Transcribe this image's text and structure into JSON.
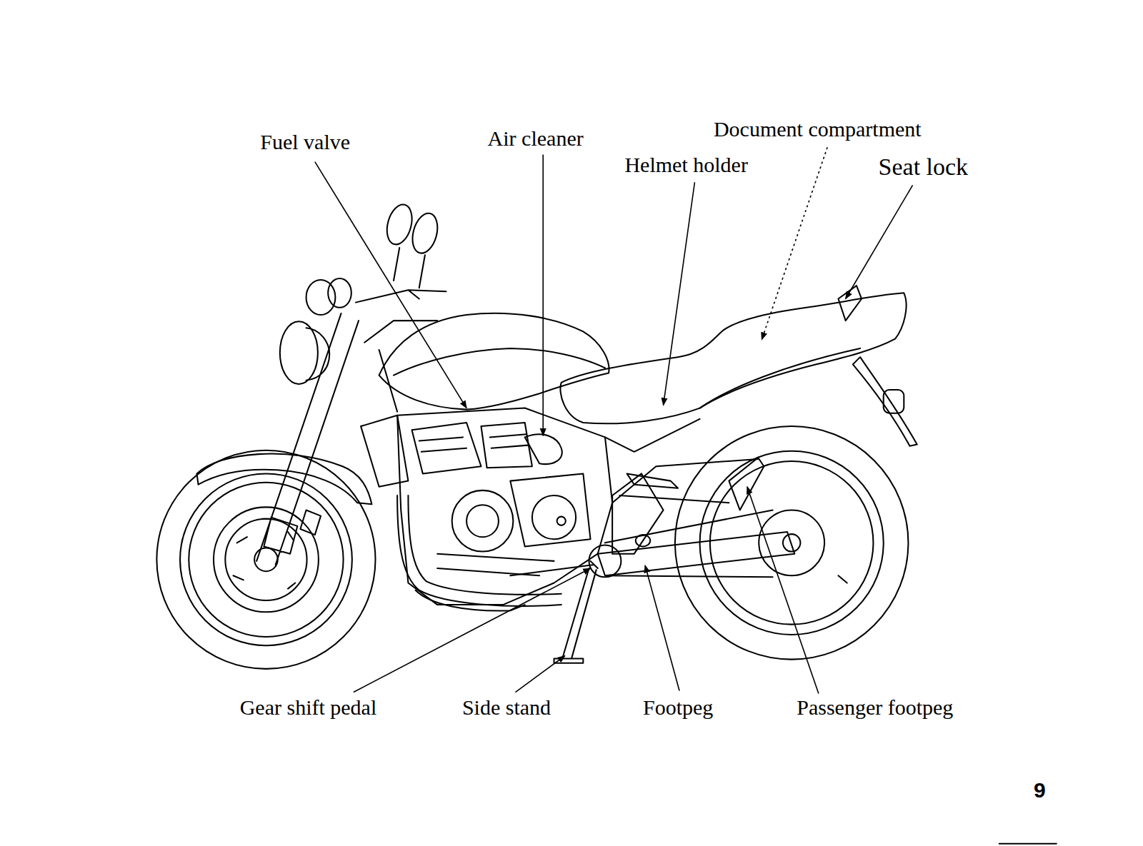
{
  "diagram": {
    "labels": [
      "Fuel valve",
      "Air cleaner",
      "Document compartment",
      "Helmet holder",
      "Seat lock",
      "Gear shift pedal",
      "Side stand",
      "Footpeg",
      "Passenger footpeg",
      "9"
    ]
  }
}
